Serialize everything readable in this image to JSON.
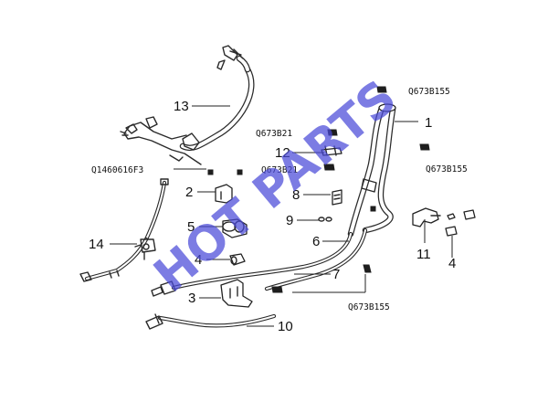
{
  "watermark": "HOT PARTS",
  "callouts": {
    "n1": "1",
    "n2": "2",
    "n3": "3",
    "n4a": "4",
    "n4b": "4",
    "n5": "5",
    "n6": "6",
    "n7": "7",
    "n8": "8",
    "n9": "9",
    "n10": "10",
    "n11": "11",
    "n12": "12",
    "n13": "13",
    "n14": "14"
  },
  "part_codes": {
    "clamp_top": "Q673B155",
    "clamp_upper_mid": "Q673B21",
    "clamp_mid": "Q673B21",
    "clamp_right": "Q673B155",
    "bolt_left": "Q1460616F3",
    "clamp_bottom": "Q673B155"
  },
  "colors": {
    "watermark": "#4a4ad8",
    "line": "#2a2a2a"
  }
}
